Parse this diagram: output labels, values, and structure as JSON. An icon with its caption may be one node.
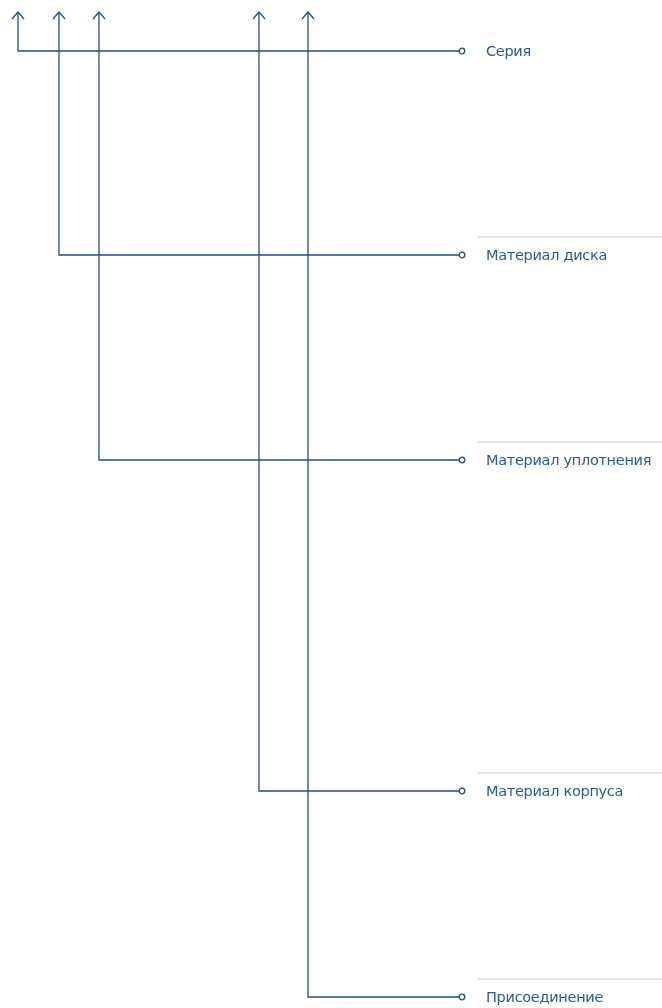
{
  "diagram": {
    "nodes": [
      {
        "text": [
          "Серия"
        ]
      },
      {
        "text": [
          "Материал диска"
        ]
      },
      {
        "text": [
          "Материал уплотнения"
        ]
      },
      {
        "text": [
          "Материал корпуса"
        ]
      },
      {
        "text": [
          "Присоединение"
        ]
      }
    ],
    "edges": [
      {
        "from": 0,
        "to": null,
        "arrow": "to"
      },
      {
        "from": 1,
        "to": null,
        "arrow": "to"
      },
      {
        "from": 2,
        "to": null,
        "arrow": "to"
      },
      {
        "from": 3,
        "to": null,
        "arrow": "to"
      },
      {
        "from": 4,
        "to": null,
        "arrow": "to"
      }
    ]
  }
}
